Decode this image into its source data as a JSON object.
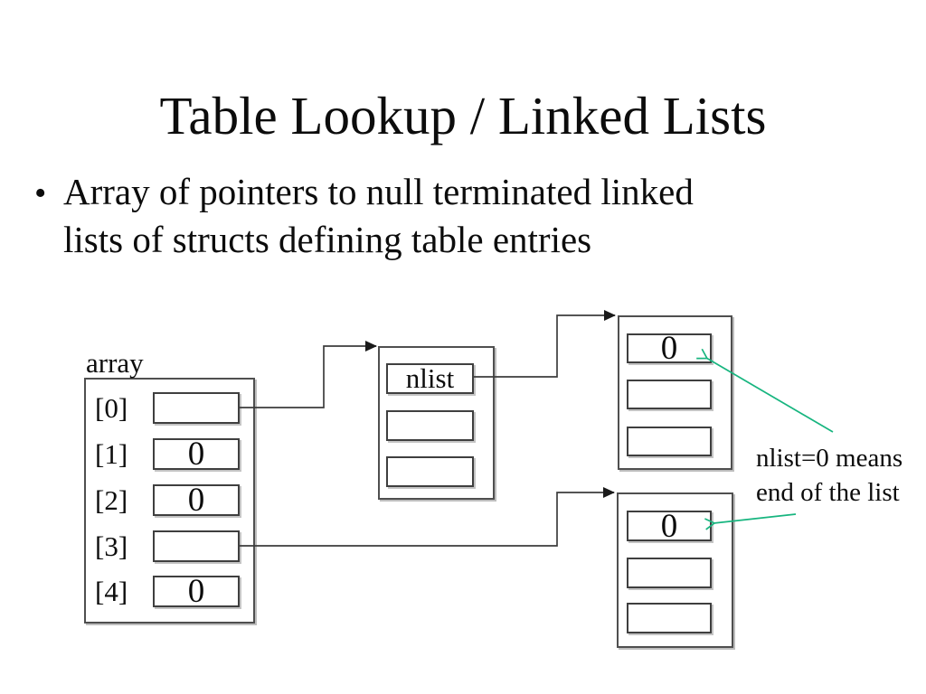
{
  "slide": {
    "title": "Table Lookup / Linked Lists",
    "bullet": {
      "marker": "•",
      "line1": "Array of pointers to null terminated linked",
      "line2": "lists of structs defining table entries"
    }
  },
  "diagram": {
    "array": {
      "label": "array",
      "rows": [
        {
          "index": "[0]",
          "value": ""
        },
        {
          "index": "[1]",
          "value": "0"
        },
        {
          "index": "[2]",
          "value": "0"
        },
        {
          "index": "[3]",
          "value": ""
        },
        {
          "index": "[4]",
          "value": "0"
        }
      ]
    },
    "nlist_node": {
      "cell1": "nlist",
      "cell2": "",
      "cell3": ""
    },
    "top_node": {
      "cell1": "0",
      "cell2": "",
      "cell3": ""
    },
    "bottom_node": {
      "cell1": "0",
      "cell2": "",
      "cell3": ""
    },
    "annotation": {
      "line1": "nlist=0 means",
      "line2": "end of the list"
    },
    "colors": {
      "background": "#ffffff",
      "text": "#0c0c0c",
      "line": "#3d3d3d",
      "arrowhead": "#1a1a1a",
      "arrow_green": "#17b57f"
    }
  }
}
